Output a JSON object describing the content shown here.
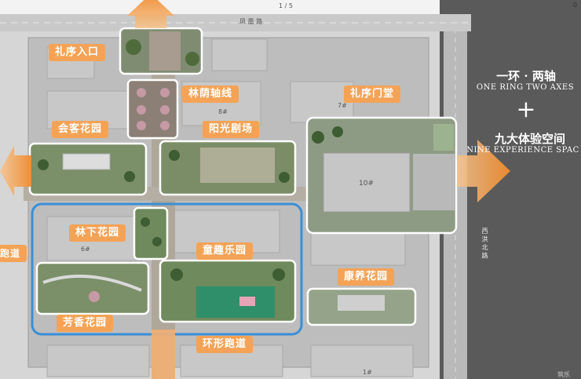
{
  "top_bar": {
    "page_indicator": "1 / 5",
    "road_name": "凤 凰 路"
  },
  "labels": {
    "entrance": "礼序入口",
    "forest_axis": "林荫轴线",
    "hall": "礼序门堂",
    "guest_garden": "会客花园",
    "sun_theatre": "阳光剧场",
    "under_forest": "林下花园",
    "kids_park": "童趣乐园",
    "care_garden": "康养花园",
    "fragrance_garden": "芳香花园",
    "loop_track_bottom": "环形跑道",
    "loop_track_left": "跑道"
  },
  "title": {
    "line1": "一环 · 两轴",
    "line1_en": "ONE RING  TWO AXES",
    "plus": "+",
    "line2": "九大体验空间",
    "line2_en": "NINE EXPERIENCE SPAC"
  },
  "buildings": {
    "b10": "10#",
    "b8": "8#",
    "b7": "7#",
    "b6": "6#",
    "b1": "1#"
  },
  "side_road": "西 洪 北 路",
  "corner_mark": "0",
  "watermark": "筑乐",
  "colors": {
    "accent": "#f4a356",
    "ring": "#3a8fd6",
    "arrow": "#f09a45",
    "outline": "#ffffff"
  }
}
